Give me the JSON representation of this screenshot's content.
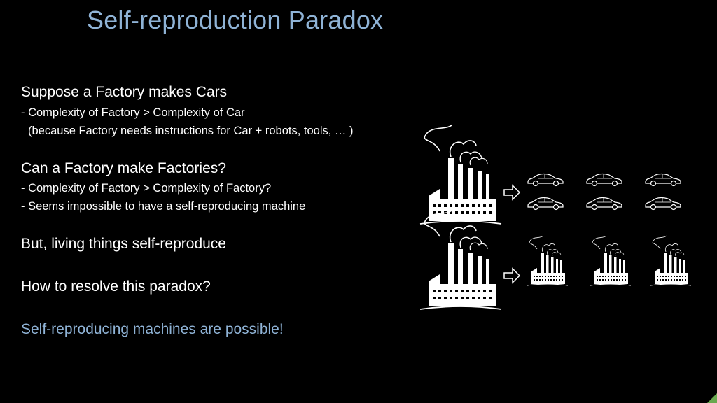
{
  "slide": {
    "title": "Self-reproduction Paradox",
    "lines": [
      "Suppose a Factory makes Cars",
      "- Complexity of Factory > Complexity of Car",
      "(because Factory needs instructions for Car + robots, tools, … )",
      "Can a Factory make Factories?",
      "- Complexity of Factory > Complexity of Factory?",
      "- Seems impossible to have a self-reproducing machine",
      "But, living things self-reproduce",
      "How to resolve this paradox?",
      "Self-reproducing machines are possible!"
    ]
  },
  "colors": {
    "accent": "#8fb3d6",
    "background": "#000000",
    "corner": "#6aa84f"
  },
  "icons": [
    "factory-icon",
    "arrow-icon",
    "car-icon"
  ]
}
